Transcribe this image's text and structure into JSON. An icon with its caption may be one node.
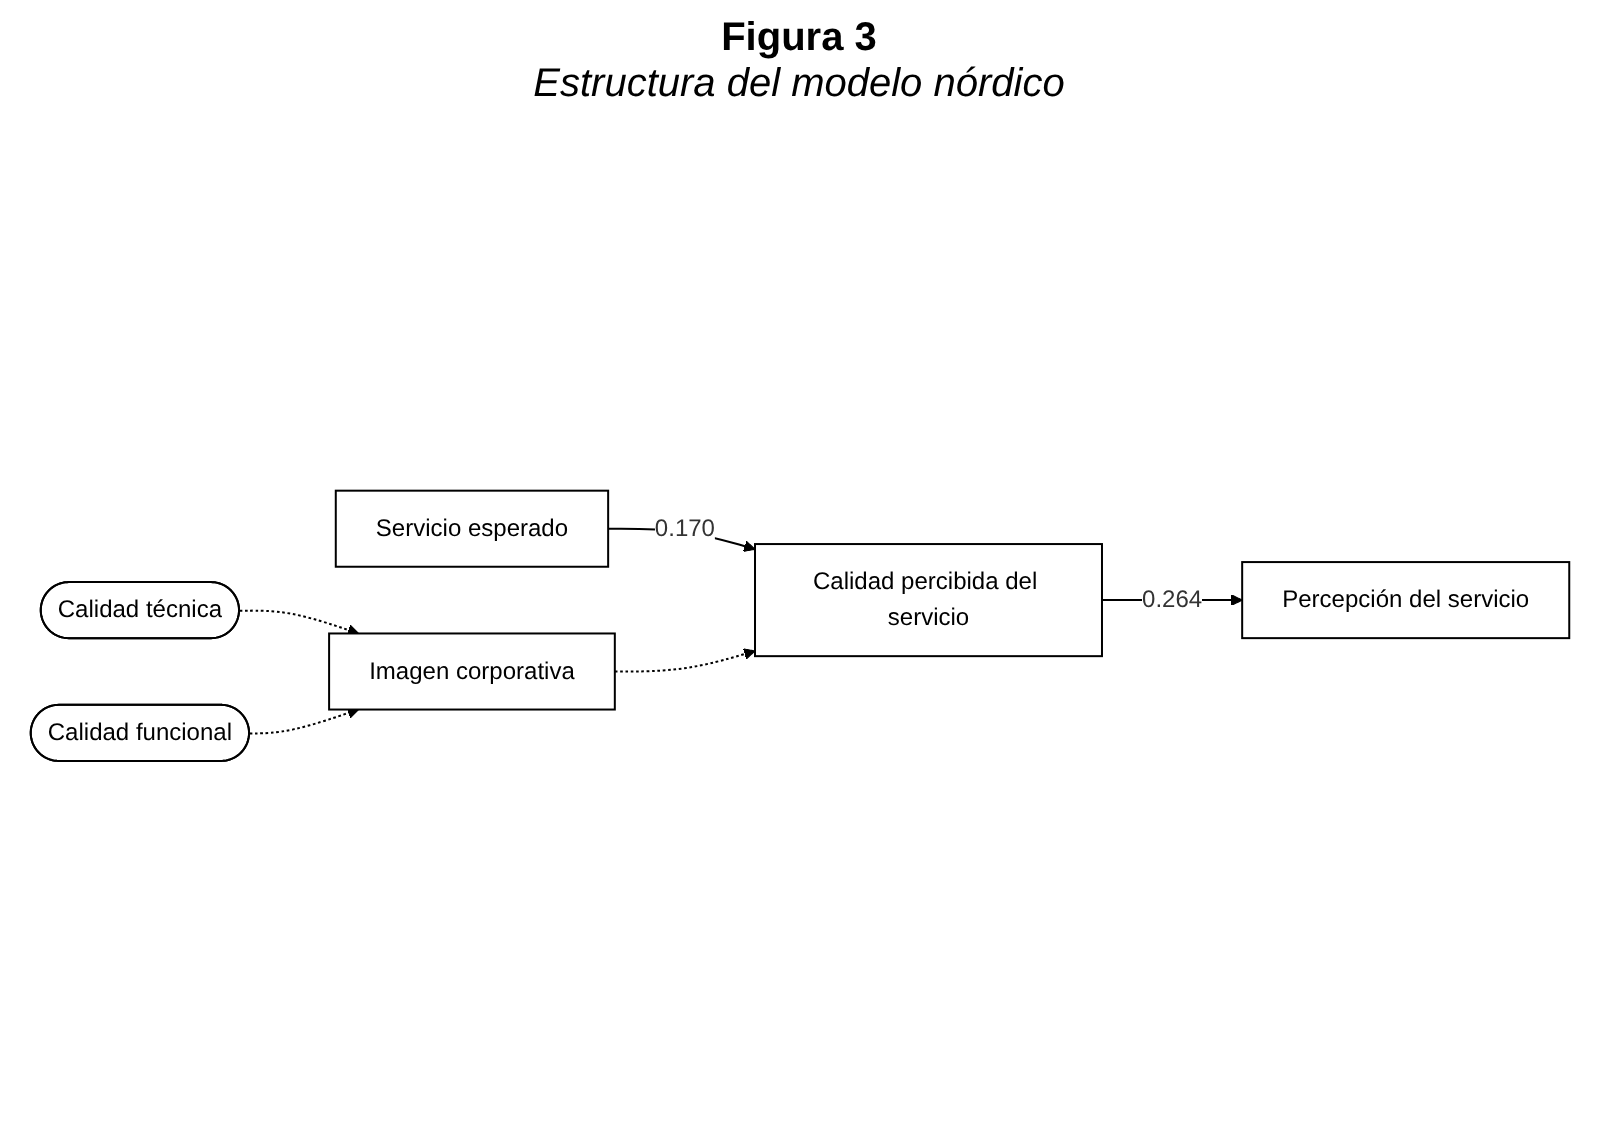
{
  "diagram": {
    "title": "Figura 3",
    "caption": "Estructura del modelo nórdico",
    "nodes": [
      {
        "text": [
          "Servicio esperado"
        ]
      },
      {
        "text": [
          "Calidad percibida del servicio"
        ]
      },
      {
        "text": [
          "Percepción del servicio"
        ]
      },
      {
        "text": [
          "Imagen corporativa"
        ]
      },
      {
        "text": [
          "Calidad técnica"
        ]
      },
      {
        "text": [
          "Calidad funcional"
        ]
      }
    ],
    "edges": [
      {
        "from": 0,
        "to": 1,
        "arrow": "to",
        "label": "0.170"
      },
      {
        "from": 1,
        "to": 2,
        "arrow": "to",
        "label": "0.264"
      },
      {
        "from": 3,
        "to": 1,
        "arrow": "to",
        "style": "dashed"
      },
      {
        "from": 4,
        "to": 3,
        "arrow": "to",
        "style": "dashed"
      },
      {
        "from": 5,
        "to": 3,
        "arrow": "to",
        "style": "dashed"
      }
    ]
  }
}
